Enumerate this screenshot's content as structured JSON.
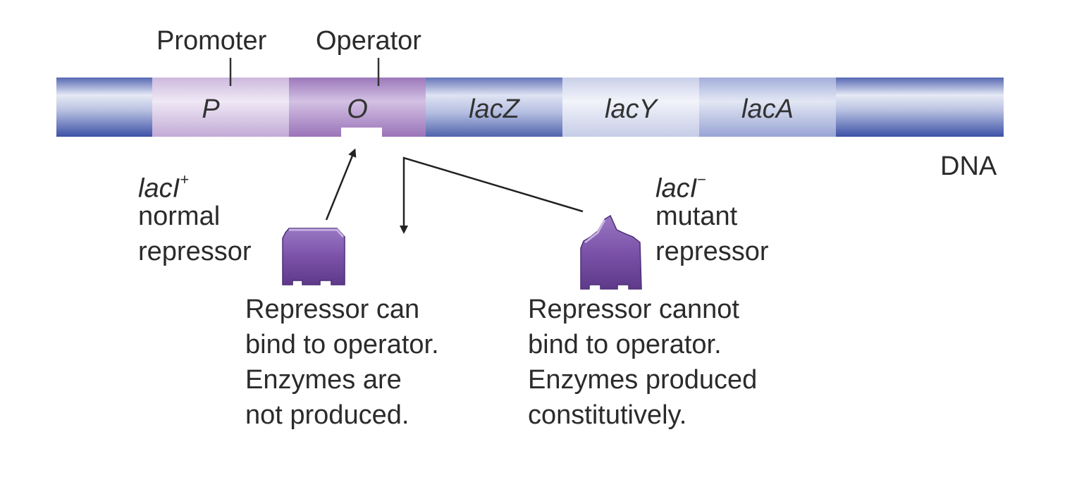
{
  "labels": {
    "promoter": "Promoter",
    "operator": "Operator",
    "dna": "DNA"
  },
  "segments": {
    "p": "P",
    "o": "O",
    "lacz": "lacZ",
    "lacy": "lacY",
    "laca": "lacA"
  },
  "normal": {
    "gene": "lacI",
    "sup": "+",
    "line1": "normal",
    "line2": "repressor",
    "caption": [
      "Repressor can",
      "bind to operator.",
      "Enzymes are",
      "not produced."
    ]
  },
  "mutant": {
    "gene": "lacI",
    "sup": "−",
    "line1": "mutant",
    "line2": "repressor",
    "caption": [
      "Repressor cannot",
      "bind to operator.",
      "Enzymes produced",
      "constitutively."
    ]
  },
  "colors": {
    "dna_blue": "#4a5fb0",
    "promoter_lavender": "#c9b6da",
    "operator_purple": "#9a74b8",
    "repressor_purple": "#7b52a8"
  }
}
